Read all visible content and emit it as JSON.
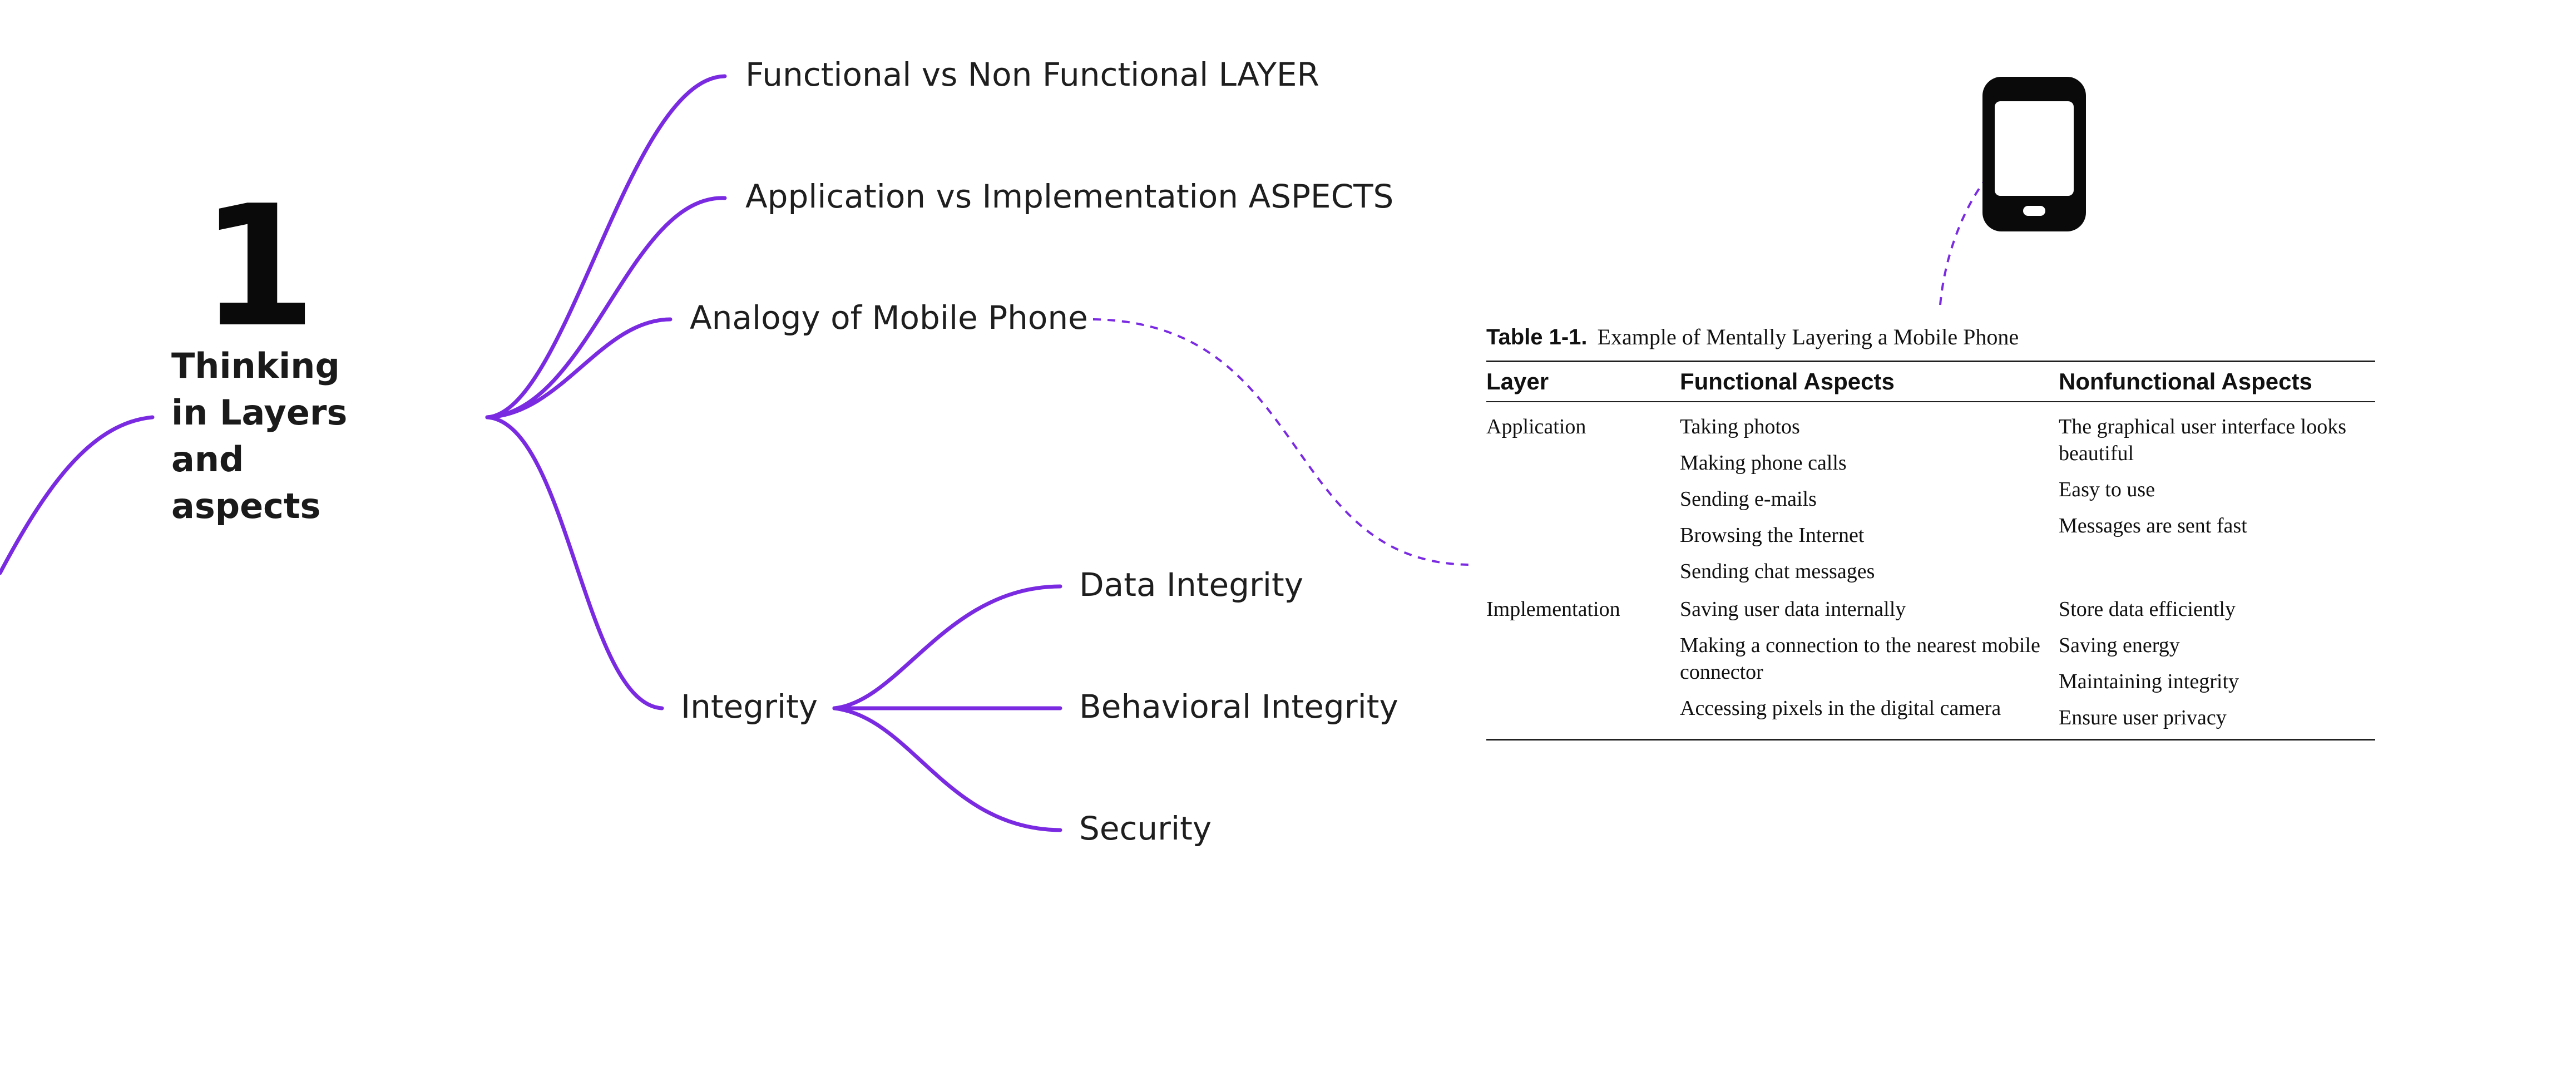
{
  "mindmap": {
    "central": {
      "number": "1",
      "title": "Thinking in Layers and aspects"
    },
    "branches": [
      "Functional vs Non Functional LAYER",
      "Application vs Implementation ASPECTS",
      "Analogy of Mobile Phone",
      "Integrity"
    ],
    "integrity_children": [
      "Data Integrity",
      "Behavioral Integrity",
      "Security"
    ]
  },
  "icons": {
    "phone": "smartphone-icon"
  },
  "colors": {
    "branch": "#7a2be2",
    "text": "#1e1e1e"
  },
  "table": {
    "caption_label": "Table 1-1.",
    "caption_text": "Example of Mentally Layering a Mobile Phone",
    "headers": [
      "Layer",
      "Functional Aspects",
      "Nonfunctional Aspects"
    ],
    "rows": [
      {
        "layer": "Application",
        "functional": [
          "Taking photos",
          "Making phone calls",
          "Sending e-mails",
          "Browsing the Internet",
          "Sending chat messages"
        ],
        "nonfunctional": [
          "The graphical user interface looks beautiful",
          "Easy to use",
          "Messages are sent fast"
        ]
      },
      {
        "layer": "Implementation",
        "functional": [
          "Saving user data internally",
          "Making a connection to the nearest mobile connector",
          "Accessing pixels in the digital camera"
        ],
        "nonfunctional": [
          "Store data efficiently",
          "Saving energy",
          "Maintaining integrity",
          "Ensure user privacy"
        ]
      }
    ]
  }
}
